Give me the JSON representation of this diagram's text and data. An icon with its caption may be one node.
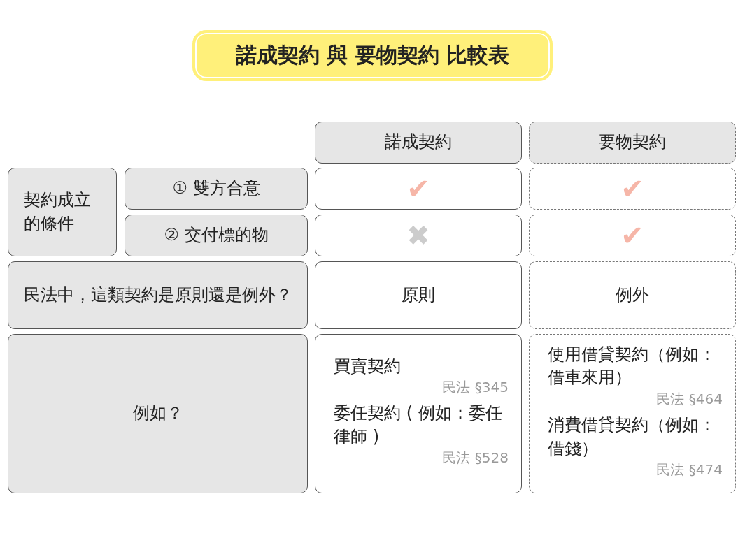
{
  "diagram": {
    "title": "諾成契約 與 要物契約 比較表",
    "nodes": [
      {
        "text": [
          "諾成契約"
        ]
      },
      {
        "text": [
          "要物契約"
        ]
      },
      {
        "text": [
          "契約成立的條件"
        ]
      },
      {
        "text": [
          "① 雙方合意"
        ]
      },
      {
        "text": [
          "✔"
        ]
      },
      {
        "text": [
          "✔"
        ]
      },
      {
        "text": [
          "② 交付標的物"
        ]
      },
      {
        "text": [
          "✖"
        ]
      },
      {
        "text": [
          "✔"
        ]
      },
      {
        "text": [
          "民法中，這類契約是原則還是例外？"
        ]
      },
      {
        "text": [
          "原則"
        ]
      },
      {
        "text": [
          "例外"
        ]
      },
      {
        "text": [
          "例如？"
        ]
      },
      {
        "text": [
          "買賣契約",
          "民法 §345",
          "委任契約 ( 例如：委任律師 )",
          "民法 §528"
        ]
      },
      {
        "text": [
          "使用借貸契約（例如：借車來用）",
          "民法 §464",
          "消費借貸契約（例如：借錢）",
          "民法 §474"
        ]
      }
    ]
  }
}
